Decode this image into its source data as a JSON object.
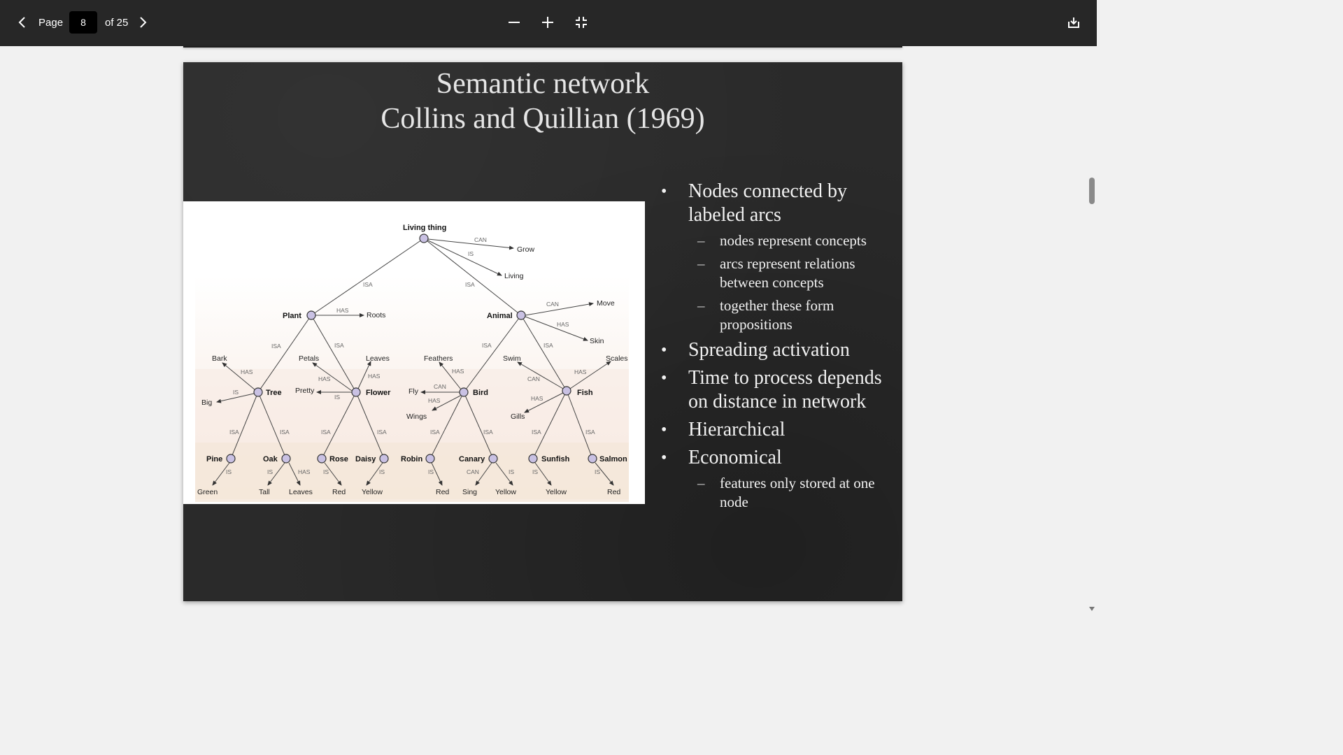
{
  "toolbar": {
    "page_label": "Page",
    "current_page": "8",
    "total": "of 25",
    "icons": {
      "prev": "chevron-left-icon",
      "next": "chevron-right-icon",
      "zoom_out": "minus-icon",
      "zoom_in": "plus-icon",
      "fit": "fit-to-page-icon",
      "download": "download-icon"
    }
  },
  "slide": {
    "title_line1": "Semantic network",
    "title_line2": "Collins and Quillian (1969)",
    "bullets": [
      {
        "text": "Nodes connected by labeled arcs",
        "sub": [
          "nodes represent concepts",
          "arcs represent relations between concepts",
          "together these form propositions"
        ]
      },
      {
        "text": "Spreading activation",
        "sub": []
      },
      {
        "text": "Time to process depends on distance in network",
        "sub": []
      },
      {
        "text": "Hierarchical",
        "sub": []
      },
      {
        "text": "Economical",
        "sub": [
          "features only stored at one node"
        ]
      }
    ]
  },
  "network": {
    "nodes": {
      "living": "Living thing",
      "plant": "Plant",
      "animal": "Animal",
      "tree": "Tree",
      "flower": "Flower",
      "bird": "Bird",
      "fish": "Fish",
      "pine": "Pine",
      "oak": "Oak",
      "rose": "Rose",
      "daisy": "Daisy",
      "robin": "Robin",
      "canary": "Canary",
      "sunfish": "Sunfish",
      "salmon": "Salmon"
    },
    "properties": {
      "grow": "Grow",
      "living": "Living",
      "roots": "Roots",
      "move": "Move",
      "skin": "Skin",
      "bark": "Bark",
      "big": "Big",
      "petals": "Petals",
      "pretty": "Pretty",
      "leaves": "Leaves",
      "feathers": "Feathers",
      "fly": "Fly",
      "wings": "Wings",
      "swim": "Swim",
      "gills": "Gills",
      "scales": "Scales",
      "green": "Green",
      "tall": "Tall",
      "leaves2": "Leaves",
      "red1": "Red",
      "yellow1": "Yellow",
      "red2": "Red",
      "sing": "Sing",
      "yellow2": "Yellow",
      "yellow3": "Yellow",
      "red3": "Red"
    },
    "rel": {
      "isa": "ISA",
      "has": "HAS",
      "can": "CAN",
      "is": "IS"
    }
  },
  "colors": {
    "toolbar_bg": "#272727",
    "slide_bg": "#2a2a2a",
    "node_fill": "#c9c1e3"
  }
}
